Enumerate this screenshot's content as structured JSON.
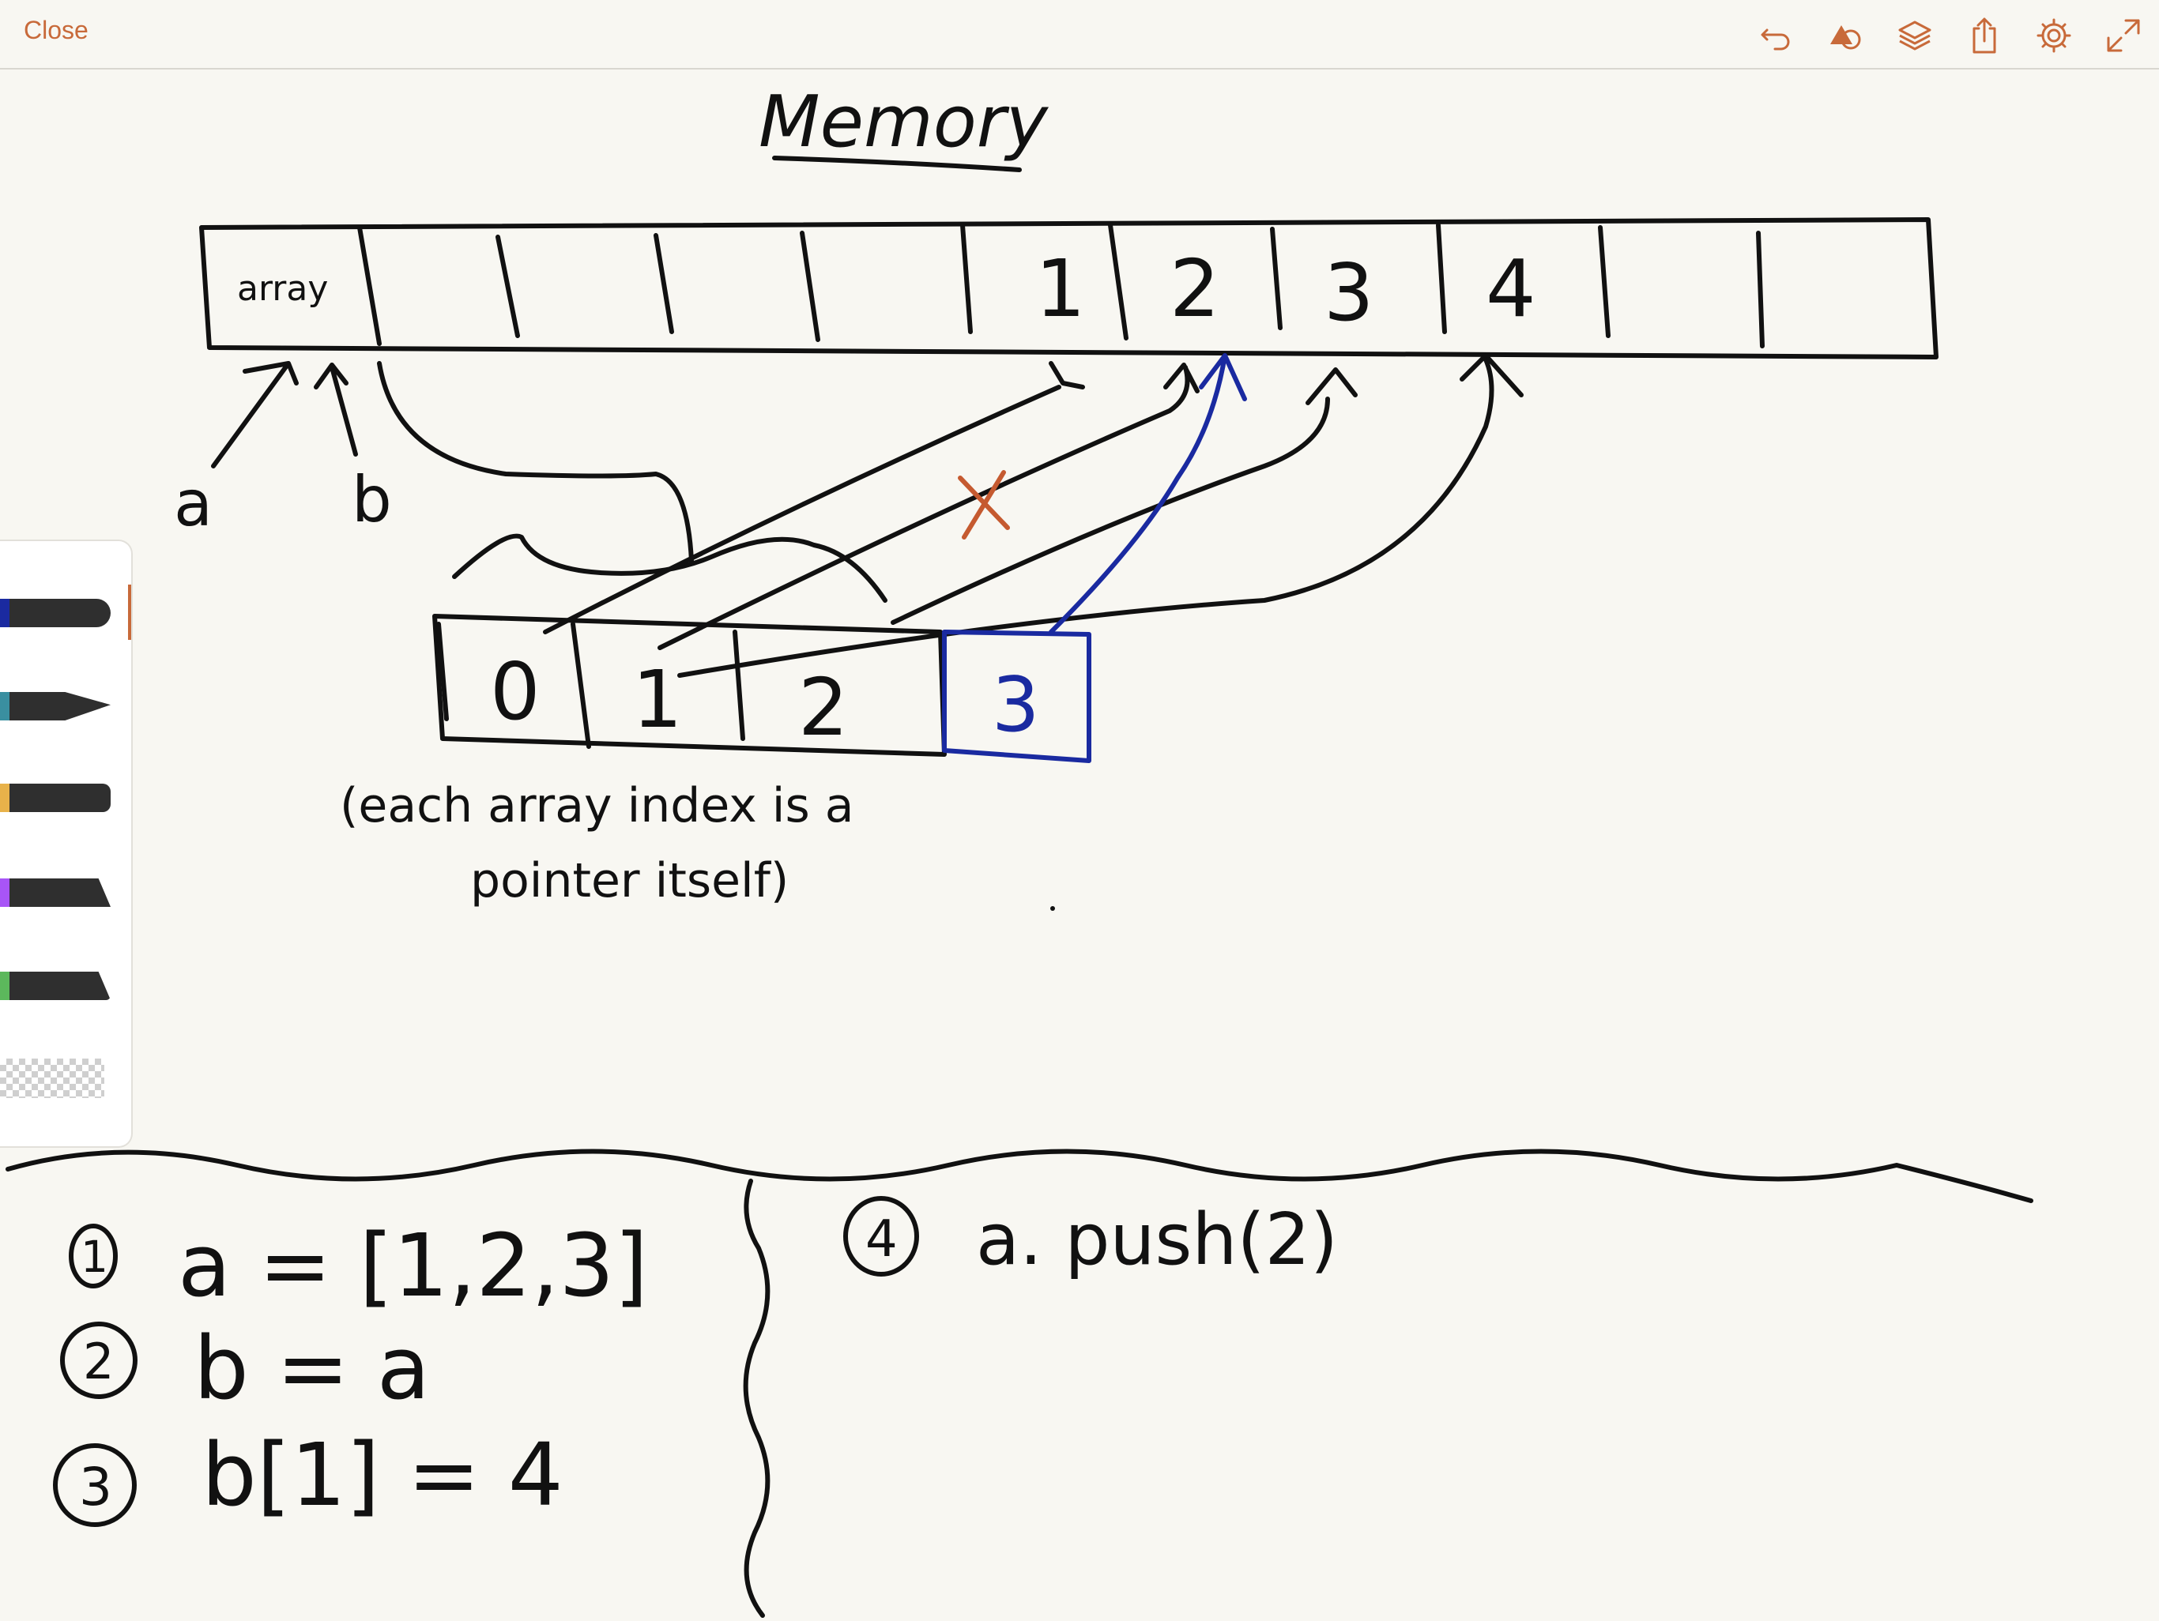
{
  "toolbar": {
    "close_label": "Close",
    "accent_color": "#c86a3a",
    "icons": [
      "undo-icon",
      "shapes-icon",
      "layers-icon",
      "share-icon",
      "settings-icon",
      "fullscreen-icon"
    ]
  },
  "drawing": {
    "title": "Memory",
    "memory_cells": [
      "array",
      "",
      "",
      "",
      "",
      "1",
      "2",
      "3",
      "4",
      "",
      ""
    ],
    "pointer_labels": [
      "a",
      "b"
    ],
    "array_cells": [
      "0",
      "1",
      "2",
      "3"
    ],
    "note": "(each array index is a pointer itself)",
    "note_line1": "(each array index is a",
    "note_line2": "pointer itself)",
    "steps": [
      {
        "number": "1",
        "code": "a = [1,2,3]"
      },
      {
        "number": "2",
        "code": "b = a"
      },
      {
        "number": "3",
        "code": "b[1] = 4"
      },
      {
        "number": "4",
        "code": "a. push(2)"
      }
    ],
    "ink_colors": {
      "black": "#111111",
      "blue": "#1a2aa0",
      "red": "#c55a30"
    }
  },
  "palette": {
    "tools": [
      {
        "name": "pen-tool",
        "color": "#1a2aa0"
      },
      {
        "name": "brush-tool",
        "color": "#3a8fa0"
      },
      {
        "name": "marker-tool",
        "color": "#e8b24a"
      },
      {
        "name": "highlighter-tool",
        "color": "#a855f7"
      },
      {
        "name": "fountain-pen-tool",
        "color": "#5cb85c"
      }
    ],
    "eraser": "eraser-tool"
  }
}
